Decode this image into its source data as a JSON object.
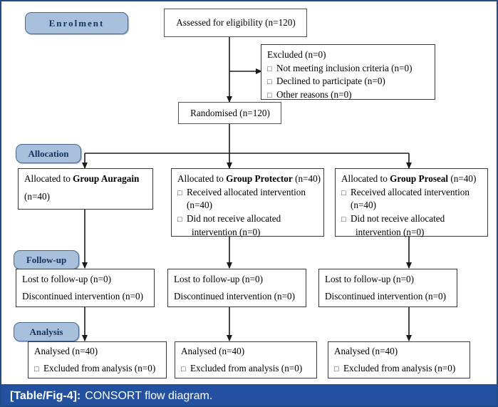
{
  "figure": {
    "frame_color": "#1f4e87",
    "background": "#ffffff",
    "caption": {
      "label": "[Table/Fig-4]:",
      "text": "CONSORT flow diagram.",
      "bar_color": "#2351a0",
      "text_color": "#ffffff"
    }
  },
  "stages": [
    {
      "id": "enrolment",
      "label": "Enrolment"
    },
    {
      "id": "allocation",
      "label": "Allocation"
    },
    {
      "id": "followup",
      "label": "Follow-up"
    },
    {
      "id": "analysis",
      "label": "Analysis"
    }
  ],
  "stage_badge_style": {
    "fill": "#a9c0dd",
    "border": "#4a6892",
    "text": "#16335c"
  },
  "nodes": {
    "assessed": {
      "lines": [
        "Assessed for eligibility (n=120)"
      ]
    },
    "excluded": {
      "lines": [
        {
          "text": "Excluded (n=0)",
          "bullet": false
        },
        {
          "text": "Not meeting inclusion criteria (n=0)",
          "bullet": true
        },
        {
          "text": "Declined to participate (n=0)",
          "bullet": true
        },
        {
          "text": "Other reasons (n=0)",
          "bullet": true
        }
      ]
    },
    "randomised": {
      "lines": [
        "Randomised (n=120)"
      ]
    },
    "alloc_auragain": {
      "title_prefix": "Allocated to ",
      "title_group": "Group Auragain",
      "title_suffix": "",
      "lines": [
        {
          "text": "(n=40)",
          "bullet": false,
          "indent": false
        }
      ]
    },
    "alloc_protector": {
      "title_prefix": "Allocated to ",
      "title_group": "Group Protector",
      "title_suffix": " (n=40)",
      "lines": [
        {
          "text": "Received allocated intervention",
          "bullet": true,
          "indent": false
        },
        {
          "text": "(n=40)",
          "bullet": false,
          "indent": true
        },
        {
          "text": "Did not receive allocated",
          "bullet": true,
          "indent": false
        },
        {
          "text": "intervention (n=0)",
          "bullet": false,
          "indent": true
        }
      ]
    },
    "alloc_proseal": {
      "title_prefix": "Allocated to ",
      "title_group": "Group Proseal",
      "title_suffix": " (n=40)",
      "lines": [
        {
          "text": "Received allocated intervention",
          "bullet": true,
          "indent": false
        },
        {
          "text": "(n=40)",
          "bullet": false,
          "indent": true
        },
        {
          "text": "Did not receive allocated",
          "bullet": true,
          "indent": false
        },
        {
          "text": "intervention (n=0)",
          "bullet": false,
          "indent": true
        }
      ]
    },
    "followup_1": {
      "lines": [
        "Lost to follow-up (n=0)",
        "Discontinued intervention (n=0)"
      ]
    },
    "followup_2": {
      "lines": [
        "Lost to follow-up (n=0)",
        "Discontinued intervention (n=0)"
      ]
    },
    "followup_3": {
      "lines": [
        "Lost to follow-up (n=0)",
        "Discontinued intervention (n=0)"
      ]
    },
    "analysis_1": {
      "lines": [
        {
          "text": "Analysed (n=40)",
          "bullet": false
        },
        {
          "text": "Excluded from analysis (n=0)",
          "bullet": true
        }
      ]
    },
    "analysis_2": {
      "lines": [
        {
          "text": "Analysed (n=40)",
          "bullet": false
        },
        {
          "text": "Excluded from analysis (n=0)",
          "bullet": true
        }
      ]
    },
    "analysis_3": {
      "lines": [
        {
          "text": "Analysed (n=40)",
          "bullet": false
        },
        {
          "text": "Excluded from analysis (n=0)",
          "bullet": true
        }
      ]
    }
  }
}
